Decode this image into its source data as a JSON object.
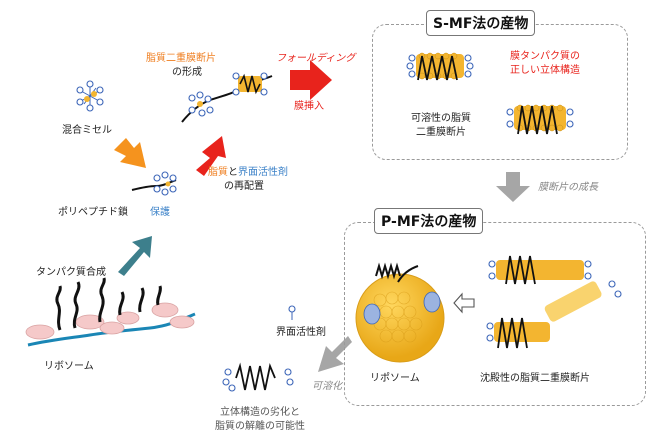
{
  "smf_box": {
    "title": "S-MF法の産物",
    "soluble_label": [
      "可溶性の脂質",
      "二重膜断片"
    ],
    "correct_structure_label": [
      "膜タンパク質の",
      "正しい立体構造"
    ]
  },
  "pmf_box": {
    "title": "P-MF法の産物",
    "liposome_label": "リポソーム",
    "precipitate_label": "沈殿性の脂質二重膜断片"
  },
  "left_flow": {
    "mixed_micelle": "混合ミセル",
    "polypeptide": "ポリペプチド鎖",
    "protection": "保護",
    "protein_synthesis": "タンパク質合成",
    "ribosome": "リボソーム",
    "lipid_bilayer_fragment": "脂質二重膜断片",
    "formation_suffix": "の形成",
    "rearrangement": {
      "lipid": "脂質",
      "and": "と",
      "surfactant": "界面活性剤",
      "suffix": "の再配置"
    },
    "folding": "フォールディング",
    "membrane_insertion": "膜挿入"
  },
  "right_flow": {
    "growth": "膜断片の成長",
    "solubilization": "可溶化",
    "surfactant": "界面活性剤",
    "degradation": [
      "立体構造の劣化と",
      "脂質の解離の可能性"
    ]
  },
  "colors": {
    "orange_arrow": "#f5931e",
    "teal_arrow": "#3d7f8c",
    "red_arrow": "#e8231c",
    "gray_arrow": "#a6a6a6",
    "lipid": "#f3b530",
    "surfactant": "#4a74c6",
    "ribosome": "#f5c9c9",
    "mrna": "#1a86b5"
  }
}
